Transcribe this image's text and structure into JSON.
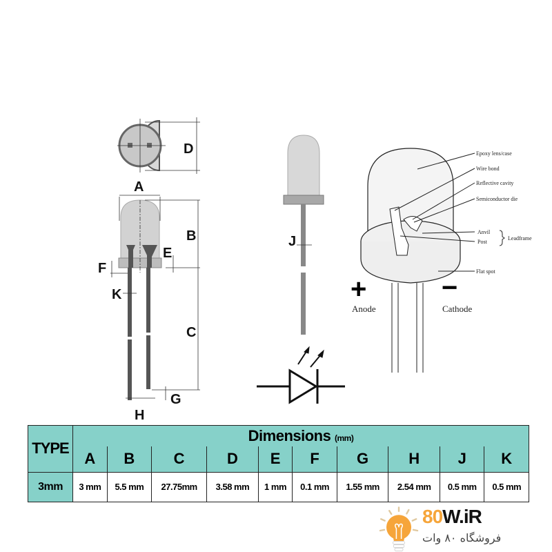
{
  "diagram": {
    "dimension_labels": {
      "A": "A",
      "B": "B",
      "C": "C",
      "D": "D",
      "E": "E",
      "F": "F",
      "G": "G",
      "H": "H",
      "J": "J",
      "K": "K"
    },
    "annotations": {
      "epoxy": "Epoxy lens/case",
      "wire_bond": "Wire bond",
      "reflective": "Reflective cavity",
      "semiconductor": "Semiconductor die",
      "anvil": "Anvil",
      "post": "Post",
      "leadframe": "Leadframe",
      "flat_spot": "Flat spot",
      "anode": "Anode",
      "cathode": "Cathode",
      "plus": "+",
      "minus": "−"
    }
  },
  "table": {
    "type_header": "TYPE",
    "dimensions_header": "Dimensions",
    "unit": "(mm)",
    "columns": [
      "A",
      "B",
      "C",
      "D",
      "E",
      "F",
      "G",
      "H",
      "J",
      "K"
    ],
    "rows": [
      {
        "type": "3mm",
        "values": [
          "3 mm",
          "5.5 mm",
          "27.75mm",
          "3.58 mm",
          "1 mm",
          "0.1 mm",
          "1.55 mm",
          "2.54 mm",
          "0.5 mm",
          "0.5 mm"
        ]
      }
    ]
  },
  "watermark": {
    "brand_orange": "80",
    "brand_dark": "W.iR",
    "subtitle": "فروشگاه ۸۰ وات",
    "color": "#f6a53a"
  }
}
